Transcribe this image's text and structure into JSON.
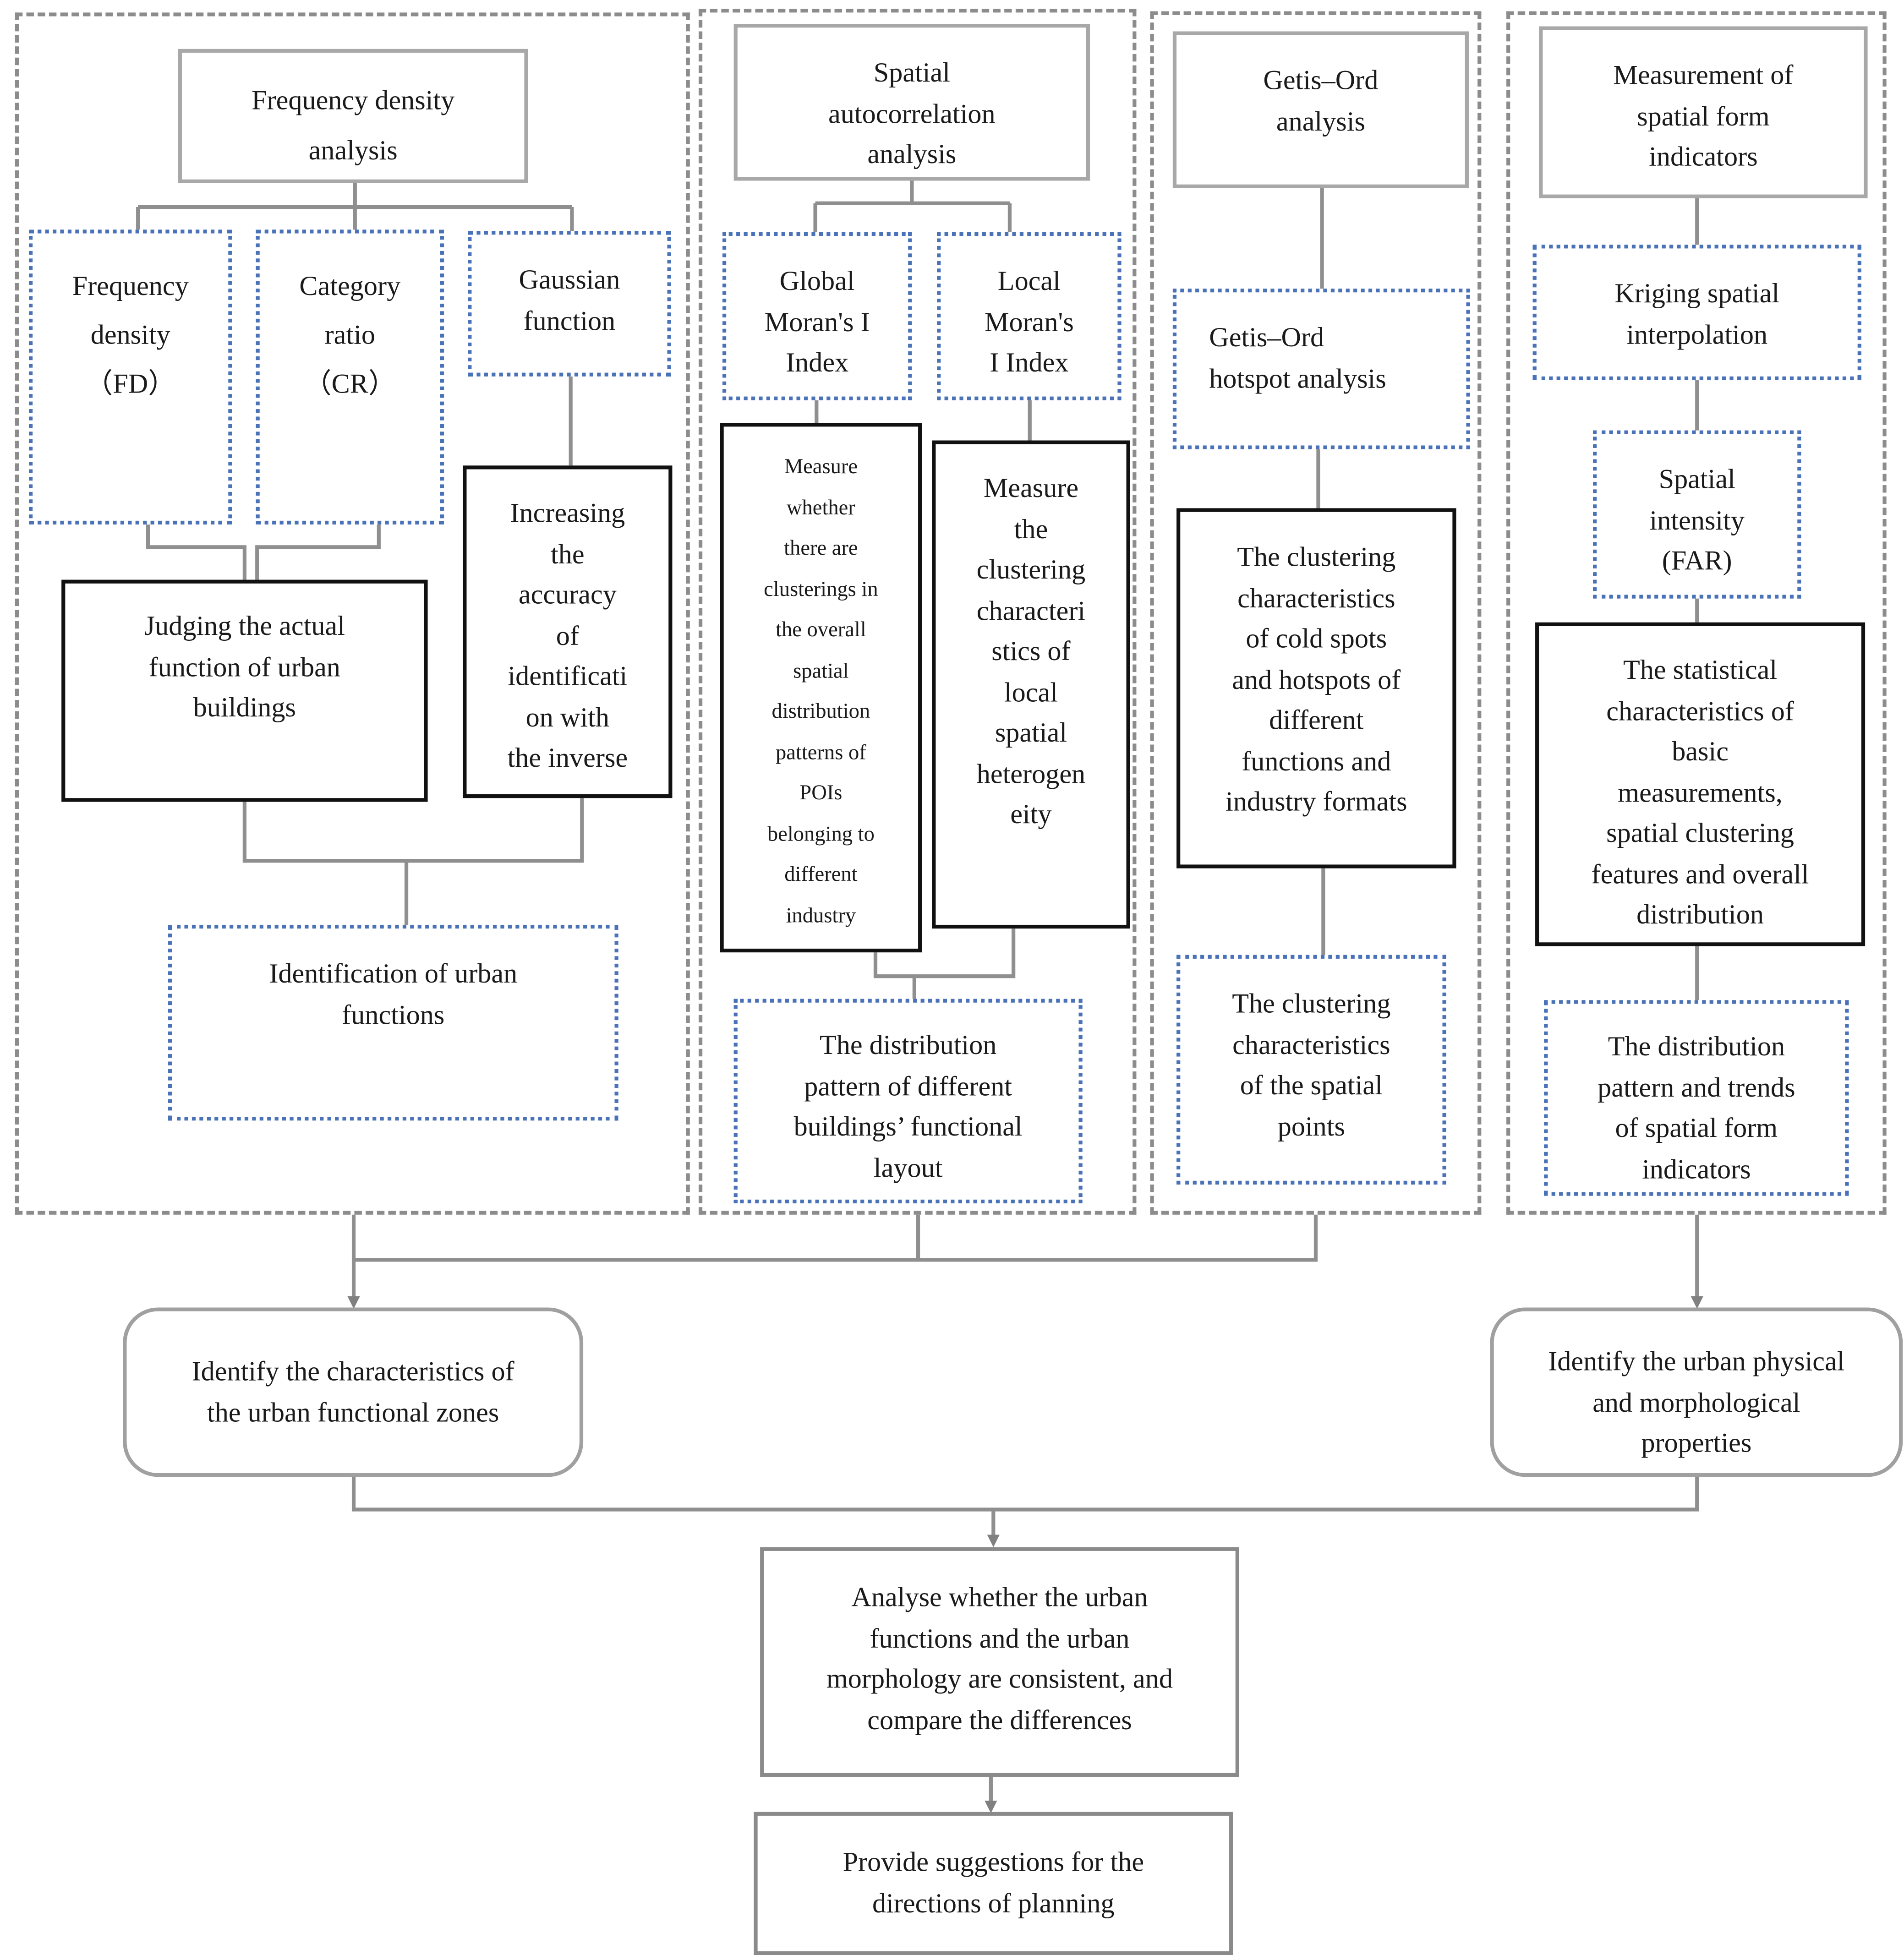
{
  "panels": {
    "frequency": {
      "header": [
        "Frequency density",
        "analysis"
      ],
      "fd": [
        "Frequency",
        "density",
        "（FD）"
      ],
      "cr": [
        "Category",
        "ratio",
        "（CR）"
      ],
      "gaussian": [
        "Gaussian",
        "function"
      ],
      "judging": [
        "Judging the actual",
        "function of urban",
        "buildings"
      ],
      "increasing": [
        "Increasing",
        "the",
        "accuracy",
        "of",
        "identificati",
        "on with",
        "the inverse"
      ],
      "identification": [
        "Identification of urban",
        "functions"
      ]
    },
    "spatial": {
      "header": [
        "Spatial",
        "autocorrelation",
        "analysis"
      ],
      "global": [
        "Global",
        "Moran's I",
        "Index"
      ],
      "local": [
        "Local",
        "Moran's",
        "I Index"
      ],
      "measure_global": [
        "Measure",
        "whether",
        "there are",
        "clusterings in",
        "the overall",
        "spatial",
        "distribution",
        "patterns of",
        "POIs",
        "belonging to",
        "different",
        "industry"
      ],
      "measure_local": [
        "Measure",
        "the",
        "clustering",
        "characteri",
        "stics of",
        "local",
        "spatial",
        "heterogen",
        "eity"
      ],
      "distribution": [
        "The distribution",
        "pattern of different",
        "buildings’ functional",
        "layout"
      ]
    },
    "getis": {
      "header": [
        "Getis–Ord",
        "analysis"
      ],
      "hotspot": [
        "Getis–Ord",
        "hotspot analysis"
      ],
      "clustering": [
        "The clustering",
        "characteristics",
        "of cold spots",
        "and hotspots of",
        "different",
        "functions and",
        "industry formats"
      ],
      "points": [
        "The clustering",
        "characteristics",
        "of the spatial",
        "points"
      ]
    },
    "form": {
      "header": [
        "Measurement of",
        "spatial form",
        "indicators"
      ],
      "kriging": [
        "Kriging spatial",
        "interpolation"
      ],
      "far": [
        "Spatial",
        "intensity",
        "(FAR)"
      ],
      "statistical": [
        "The statistical",
        "characteristics of",
        "basic",
        "measurements,",
        "spatial clustering",
        "features and overall",
        "distribution"
      ],
      "distribution": [
        "The distribution",
        "pattern and trends",
        "of spatial form",
        "indicators"
      ]
    }
  },
  "functional_zones": [
    "Identify the characteristics of",
    "the urban functional zones"
  ],
  "physical_properties": [
    "Identify the urban physical",
    "and morphological",
    "properties"
  ],
  "analyse": [
    "Analyse whether the urban",
    "functions and the urban",
    "morphology are consistent, and",
    "compare the differences"
  ],
  "suggestions": [
    "Provide suggestions for the",
    "directions of planning"
  ],
  "colors": {
    "blue_dotted": "#4a72b8",
    "gray_line": "#8a8a8a",
    "black_border": "#111111"
  }
}
